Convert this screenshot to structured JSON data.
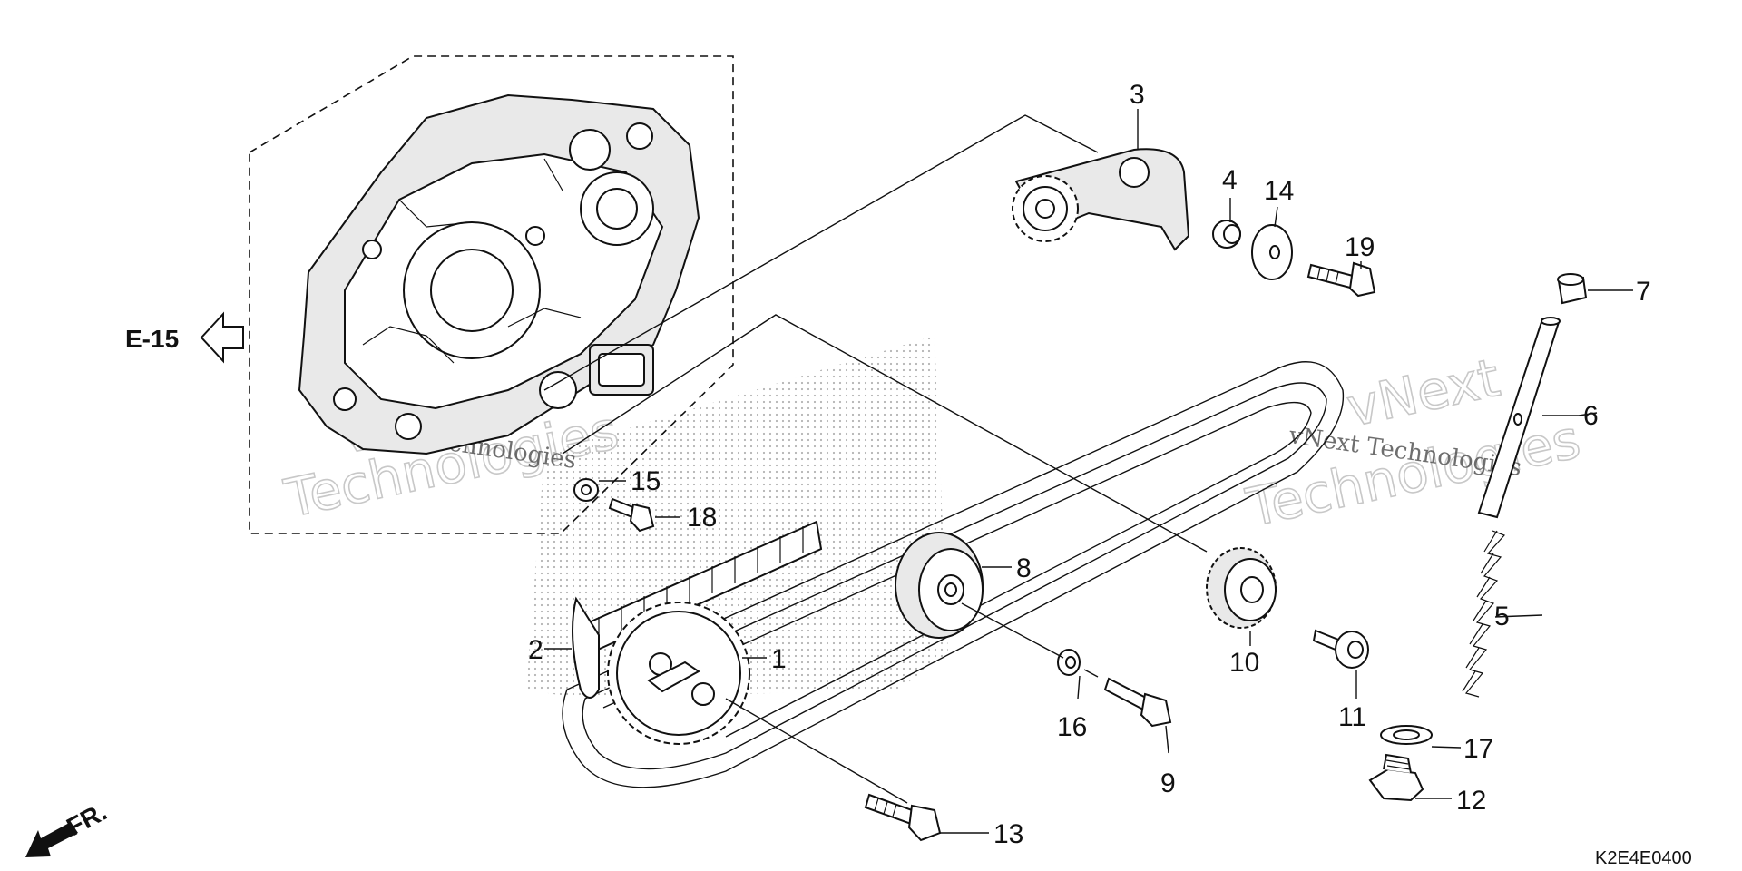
{
  "diagram": {
    "reference_page": "E-15",
    "direction_marker": "FR.",
    "diagram_code": "K2E4E0400",
    "watermark": {
      "line1": "vNext Technologies",
      "big_word1": "vNext",
      "big_word2": "Technologies"
    },
    "callouts": [
      {
        "id": "1",
        "label": "1"
      },
      {
        "id": "2",
        "label": "2"
      },
      {
        "id": "3",
        "label": "3"
      },
      {
        "id": "4",
        "label": "4"
      },
      {
        "id": "5",
        "label": "5"
      },
      {
        "id": "6",
        "label": "6"
      },
      {
        "id": "7",
        "label": "7"
      },
      {
        "id": "8",
        "label": "8"
      },
      {
        "id": "9",
        "label": "9"
      },
      {
        "id": "10",
        "label": "10"
      },
      {
        "id": "11",
        "label": "11"
      },
      {
        "id": "12",
        "label": "12"
      },
      {
        "id": "13",
        "label": "13"
      },
      {
        "id": "14",
        "label": "14"
      },
      {
        "id": "15",
        "label": "15"
      },
      {
        "id": "16",
        "label": "16"
      },
      {
        "id": "17",
        "label": "17"
      },
      {
        "id": "18",
        "label": "18"
      },
      {
        "id": "19",
        "label": "19"
      }
    ]
  }
}
